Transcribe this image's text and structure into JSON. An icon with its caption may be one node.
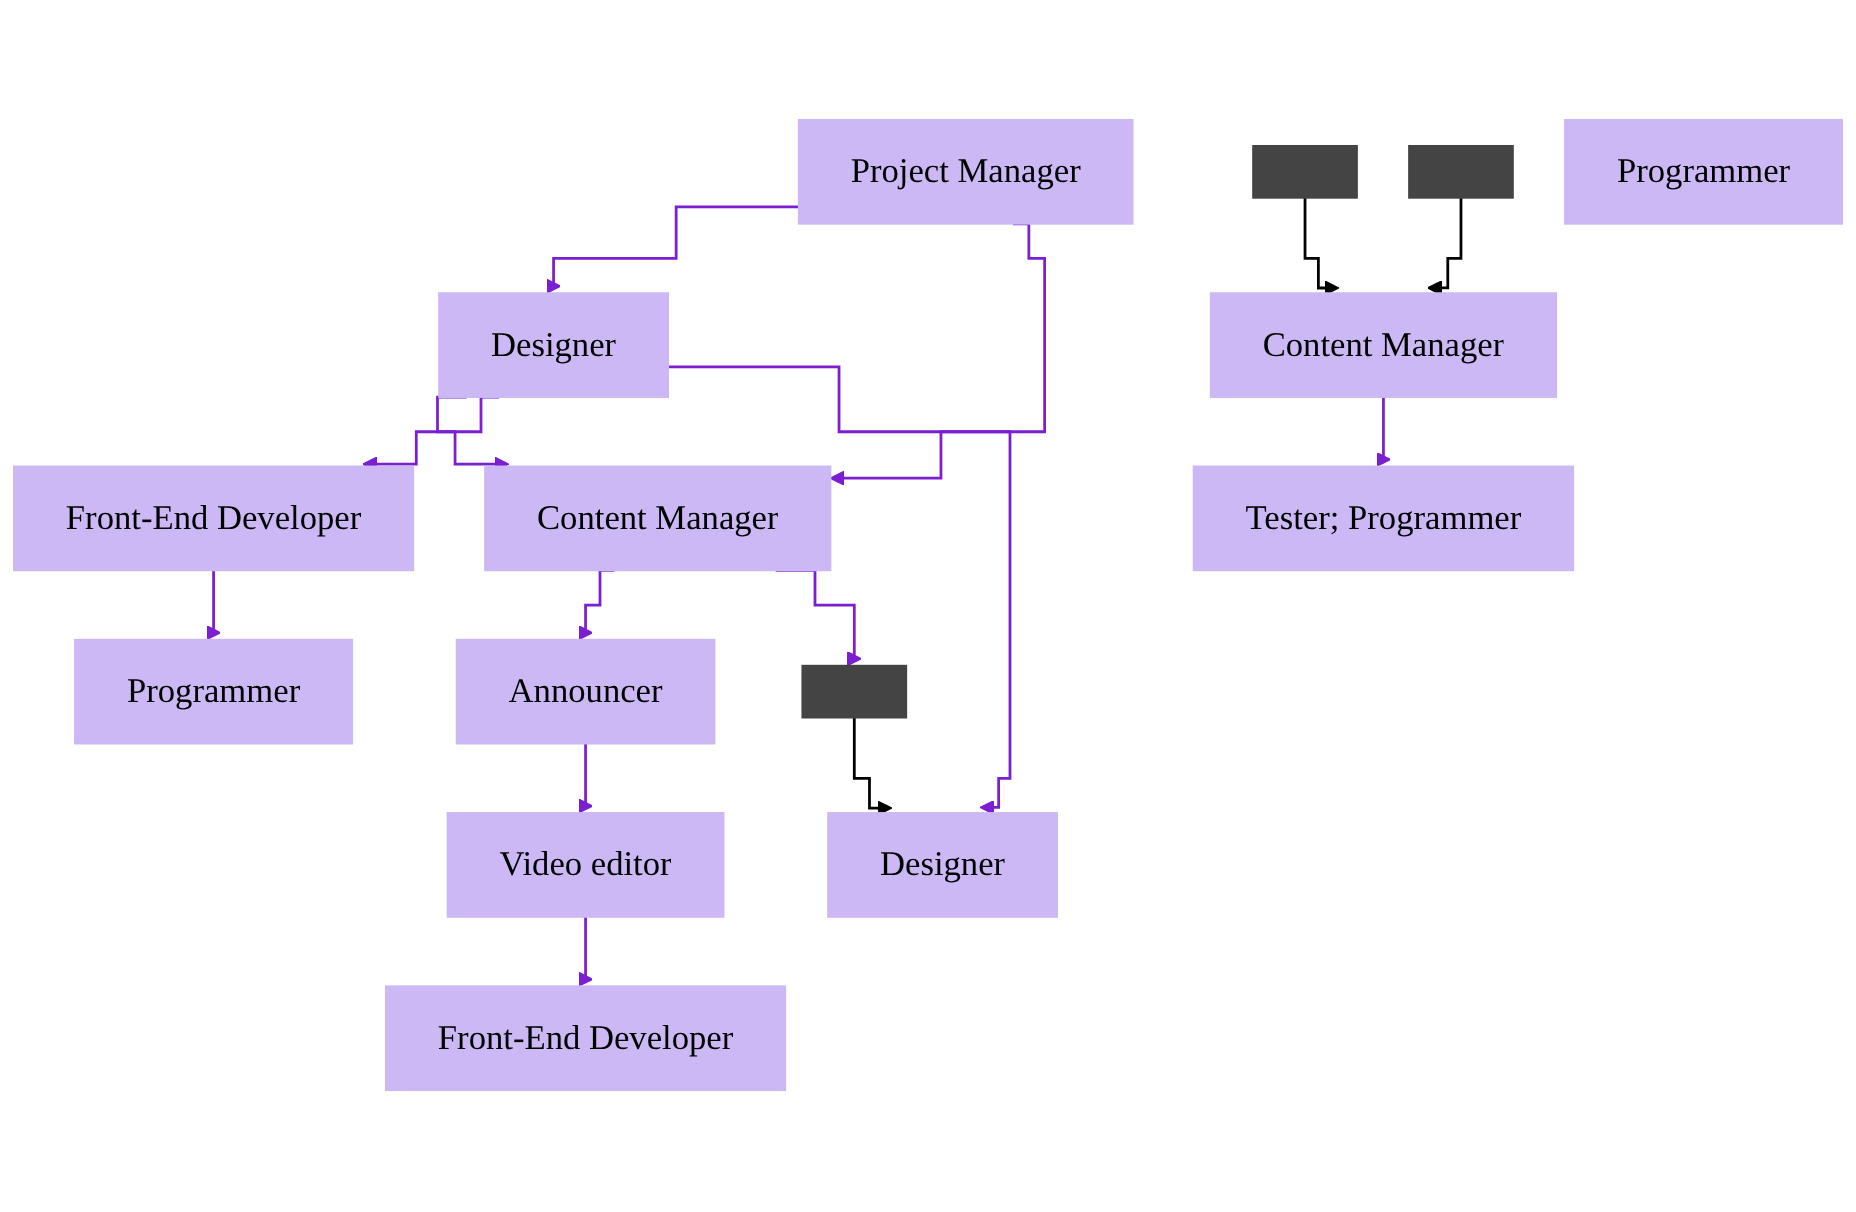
{
  "diagram": {
    "nodes": [
      {
        "text": [
          "Project Manager"
        ]
      },
      {
        "text": [
          "Designer"
        ]
      },
      {
        "text": [],
        "shape": "bar"
      },
      {
        "text": [
          "Front-End Developer"
        ]
      },
      {
        "text": [
          "Programmer"
        ]
      },
      {
        "text": [],
        "shape": "bar"
      },
      {
        "text": [
          "Content Manager"
        ]
      },
      {
        "text": [
          "Announcer"
        ]
      },
      {
        "text": [
          "Video editor"
        ]
      },
      {
        "text": [],
        "shape": "bar"
      },
      {
        "text": [
          "Designer"
        ]
      },
      {
        "text": [
          "Programmer"
        ]
      },
      {
        "text": [
          "Front-End Developer"
        ]
      },
      {
        "text": [
          "Content Manager"
        ]
      },
      {
        "text": [
          "Tester;  Programmer"
        ]
      }
    ],
    "edges": [
      {
        "from": 0,
        "to": 1,
        "arrow": "to"
      },
      {
        "from": 0,
        "to": 6,
        "arrow": "to"
      },
      {
        "from": 1,
        "to": 6,
        "arrow": "to"
      },
      {
        "from": 1,
        "to": 3,
        "arrow": "to"
      },
      {
        "from": 1,
        "to": 10,
        "arrow": "to"
      },
      {
        "from": 3,
        "to": 4,
        "arrow": "to"
      },
      {
        "from": 6,
        "to": 7,
        "arrow": "to"
      },
      {
        "from": 7,
        "to": 8,
        "arrow": "to"
      },
      {
        "from": 6,
        "to": 9,
        "arrow": "to"
      },
      {
        "from": 8,
        "to": 12,
        "arrow": "to"
      },
      {
        "from": 2,
        "to": 13,
        "arrow": "to",
        "color": "#000000"
      },
      {
        "from": 5,
        "to": 13,
        "arrow": "to",
        "color": "#000000"
      },
      {
        "from": 9,
        "to": 10,
        "arrow": "to",
        "color": "#000000"
      },
      {
        "from": 13,
        "to": 14,
        "arrow": "to"
      }
    ]
  }
}
